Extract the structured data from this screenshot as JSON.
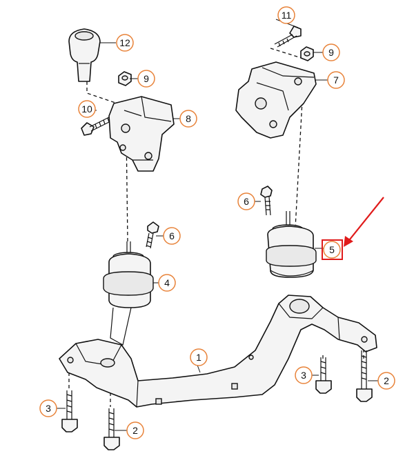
{
  "diagram": {
    "callouts": [
      {
        "id": "c1",
        "label": "1"
      },
      {
        "id": "c2a",
        "label": "2"
      },
      {
        "id": "c2b",
        "label": "2"
      },
      {
        "id": "c3a",
        "label": "3"
      },
      {
        "id": "c3b",
        "label": "3"
      },
      {
        "id": "c4",
        "label": "4"
      },
      {
        "id": "c5",
        "label": "5"
      },
      {
        "id": "c6a",
        "label": "6"
      },
      {
        "id": "c6b",
        "label": "6"
      },
      {
        "id": "c7",
        "label": "7"
      },
      {
        "id": "c8",
        "label": "8"
      },
      {
        "id": "c9a",
        "label": "9"
      },
      {
        "id": "c9b",
        "label": "9"
      },
      {
        "id": "c10",
        "label": "10"
      },
      {
        "id": "c11",
        "label": "11"
      },
      {
        "id": "c12",
        "label": "12"
      }
    ],
    "colors": {
      "callout_ring": "#e8833a",
      "highlight_box": "#e01b1b",
      "arrow": "#e01b1b",
      "line": "#111111"
    }
  }
}
